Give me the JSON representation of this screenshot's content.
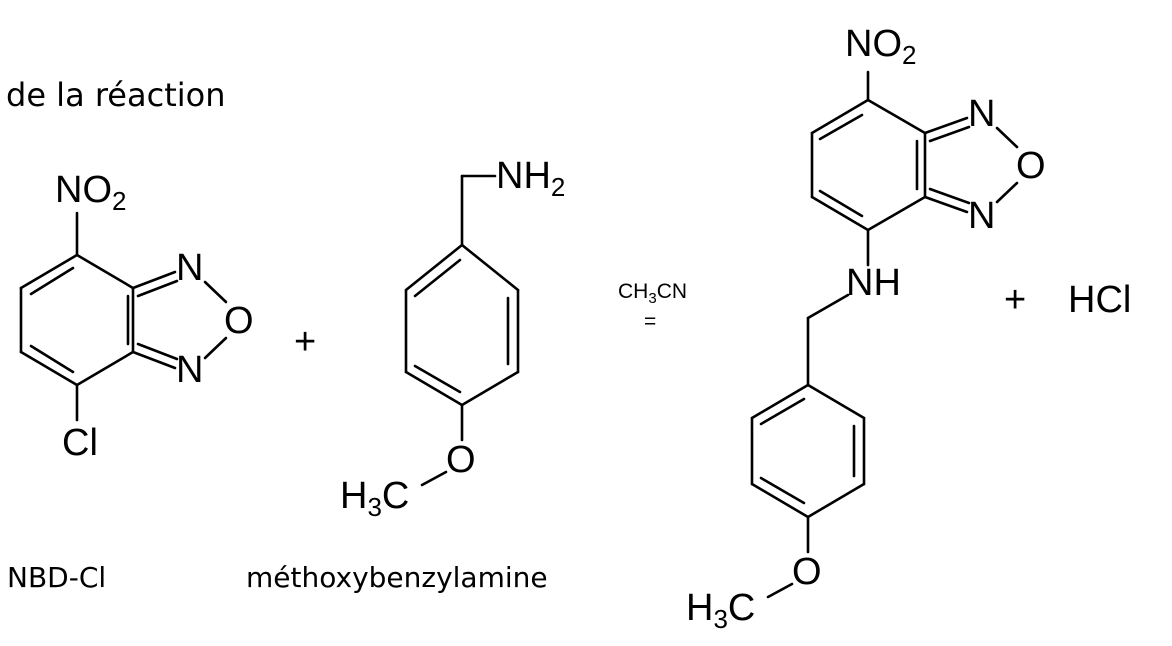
{
  "title": "de la réaction",
  "reactant1": {
    "nitro": {
      "main": "NO",
      "sub": "2"
    },
    "n_top": "N",
    "o_ring": "O",
    "n_bottom": "N",
    "halogen": "Cl",
    "name": "NBD-Cl"
  },
  "plus1": "+",
  "reactant2": {
    "amine": {
      "main": "NH",
      "sub": "2"
    },
    "o": "O",
    "methyl": {
      "h": "H",
      "sub": "3",
      "c": "C"
    },
    "name": "méthoxybenzylamine"
  },
  "solvent": {
    "a": "CH",
    "sub": "3",
    "b": "CN"
  },
  "arrow": "=",
  "product": {
    "nitro": {
      "main": "NO",
      "sub": "2"
    },
    "n_top": "N",
    "o_ring": "O",
    "n_bottom": "N",
    "nh": "NH",
    "o": "O",
    "methyl": {
      "h": "H",
      "sub": "3",
      "c": "C"
    }
  },
  "plus2": "+",
  "byproduct": "HCl"
}
